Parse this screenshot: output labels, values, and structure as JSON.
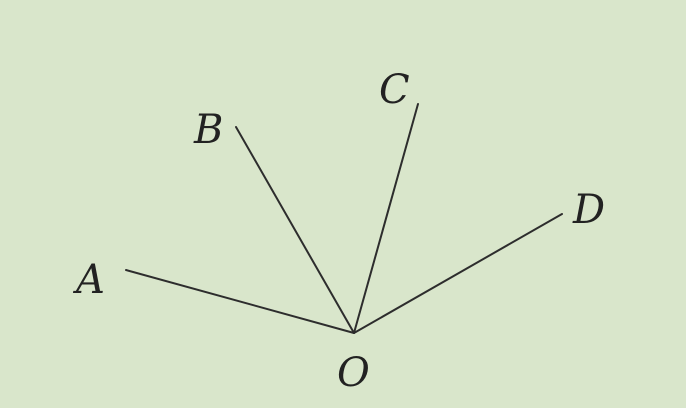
{
  "diagram": {
    "points": {
      "A": "A",
      "B": "B",
      "C": "C",
      "D": "D",
      "O": "O"
    },
    "colors": {
      "background": "#d9e6cb",
      "stroke": "#2d2d2d",
      "text": "#222222"
    }
  }
}
